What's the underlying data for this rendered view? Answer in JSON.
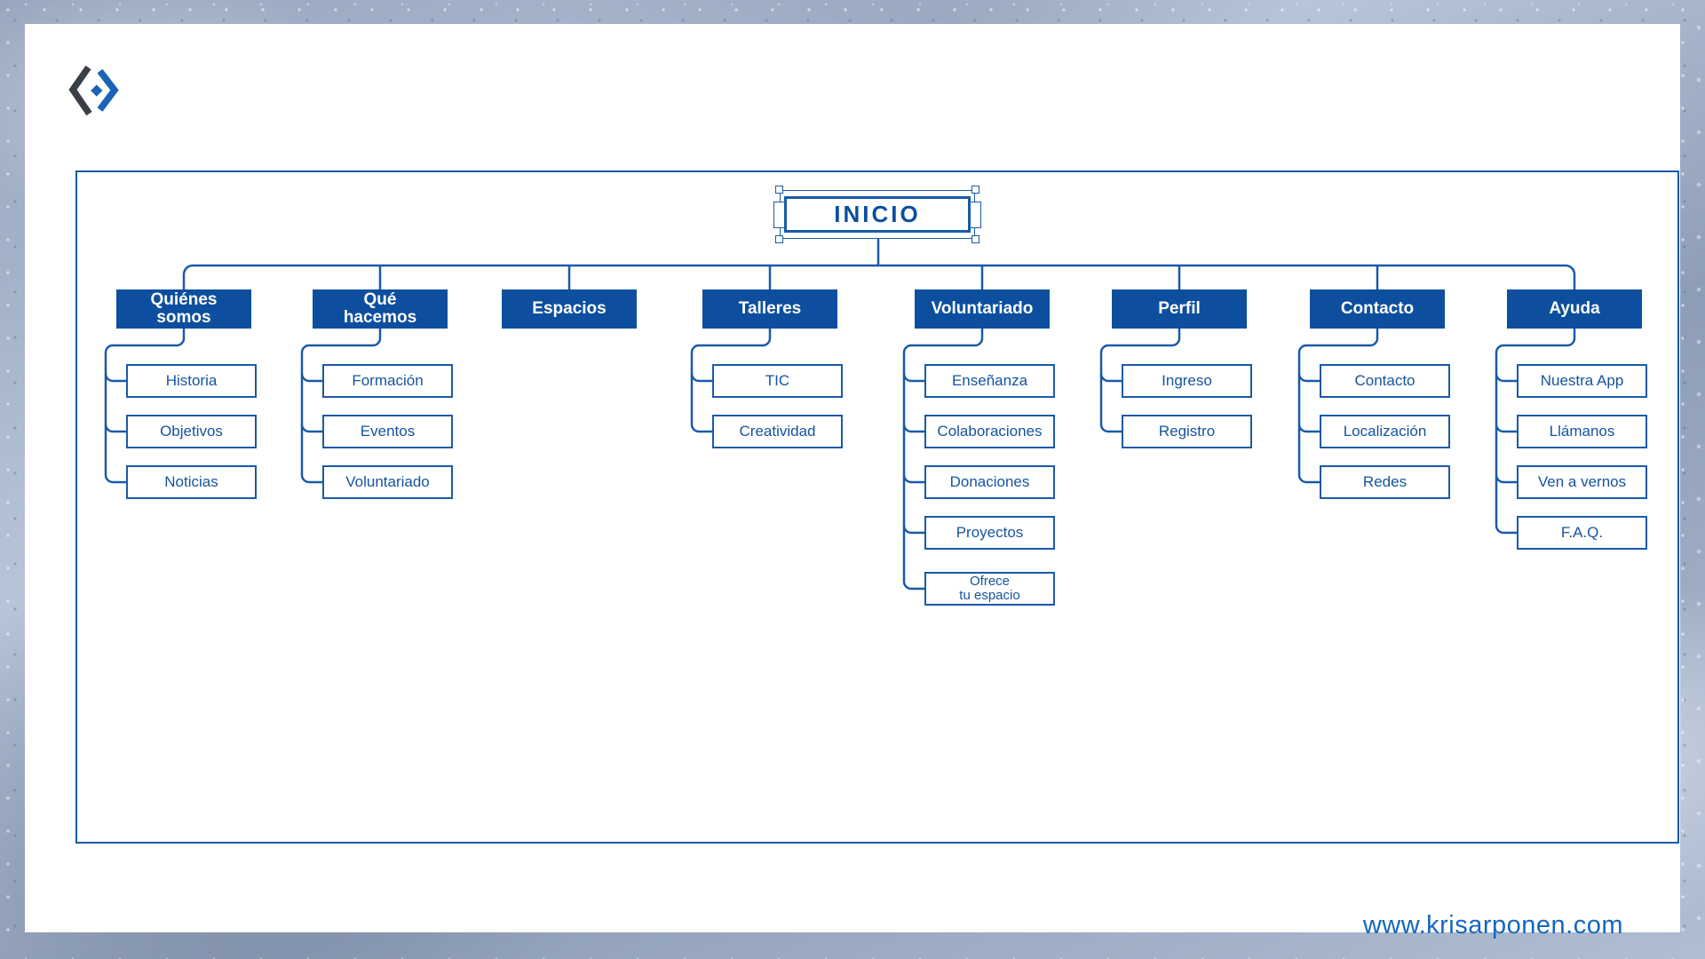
{
  "brand": {
    "logo_icon": "diamond-code-logo"
  },
  "sitemap": {
    "root": {
      "label": "INICIO"
    },
    "categories": [
      {
        "label": "Quiénes\nsomos",
        "children": [
          "Historia",
          "Objetivos",
          "Noticias"
        ]
      },
      {
        "label": "Qué\nhacemos",
        "children": [
          "Formación",
          "Eventos",
          "Voluntariado"
        ]
      },
      {
        "label": "Espacios",
        "children": []
      },
      {
        "label": "Talleres",
        "children": [
          "TIC",
          "Creatividad"
        ]
      },
      {
        "label": "Voluntariado",
        "children": [
          "Enseñanza",
          "Colaboraciones",
          "Donaciones",
          "Proyectos",
          "Ofrece\ntu espacio"
        ]
      },
      {
        "label": "Perfil",
        "children": [
          "Ingreso",
          "Registro"
        ]
      },
      {
        "label": "Contacto",
        "children": [
          "Contacto",
          "Localización",
          "Redes"
        ]
      },
      {
        "label": "Ayuda",
        "children": [
          "Nuestra App",
          "Llámanos",
          "Ven a vernos",
          "F.A.Q."
        ]
      }
    ]
  },
  "footer": {
    "url": "www.krisarponen.com"
  },
  "colors": {
    "box_fill": "#0d4f9e",
    "line": "#1a5aa8",
    "url_text": "#1467bf",
    "logo_dark": "#3a3f45",
    "logo_blue": "#1a63b7",
    "panel": "#ffffff"
  }
}
